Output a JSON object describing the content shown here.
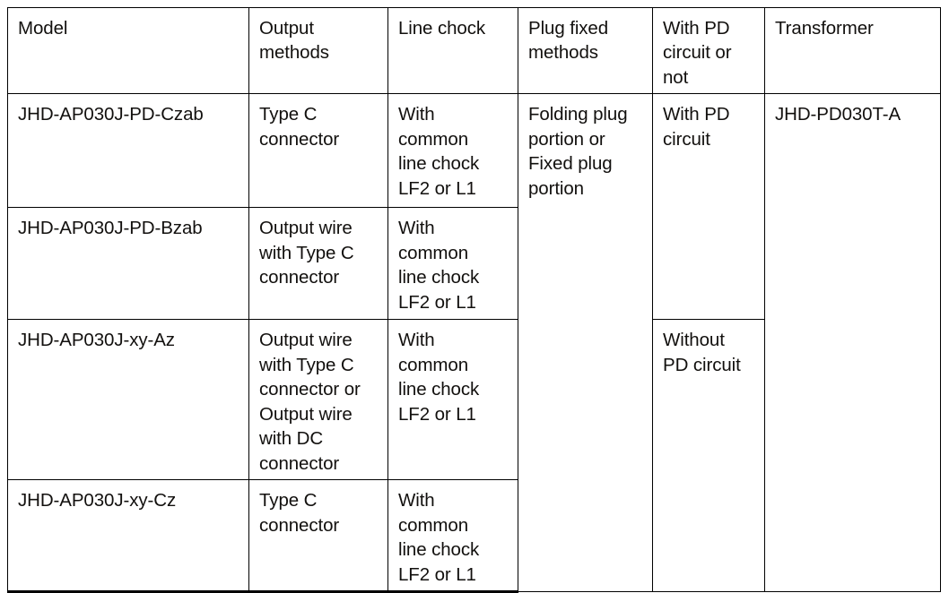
{
  "table": {
    "columns": [
      {
        "key": "model",
        "label": "Model"
      },
      {
        "key": "output",
        "label": "Output\nmethods"
      },
      {
        "key": "chock",
        "label": "Line chock"
      },
      {
        "key": "plug",
        "label": "Plug fixed\nmethods"
      },
      {
        "key": "pd",
        "label": "With PD\ncircuit or\nnot"
      },
      {
        "key": "transformer",
        "label": "Transformer"
      }
    ],
    "rows": [
      {
        "model": "JHD-AP030J-PD-Czab",
        "output": "Type C\nconnector",
        "chock": "With\ncommon\nline chock\nLF2 or L1"
      },
      {
        "model": "JHD-AP030J-PD-Bzab",
        "output": "Output wire\nwith Type C\nconnector",
        "chock": "With\ncommon\nline chock\nLF2 or L1"
      },
      {
        "model": "JHD-AP030J-xy-Az",
        "output": "Output wire\nwith Type C\nconnector or\nOutput wire\nwith DC\nconnector",
        "chock": "With\ncommon\nline chock\nLF2 or L1"
      },
      {
        "model": "JHD-AP030J-xy-Cz",
        "output": "Type C\nconnector",
        "chock": "With\ncommon\nline chock\nLF2 or L1"
      }
    ],
    "merged": {
      "plug_all_rows": "Folding plug\nportion or\nFixed plug\nportion",
      "pd_rows_1_2": "With PD\ncircuit",
      "pd_rows_3_4": "Without\nPD circuit",
      "transformer_all_rows": "JHD-PD030T-A"
    },
    "colors": {
      "border": "#000000",
      "text": "#12100e",
      "background": "#ffffff"
    }
  }
}
